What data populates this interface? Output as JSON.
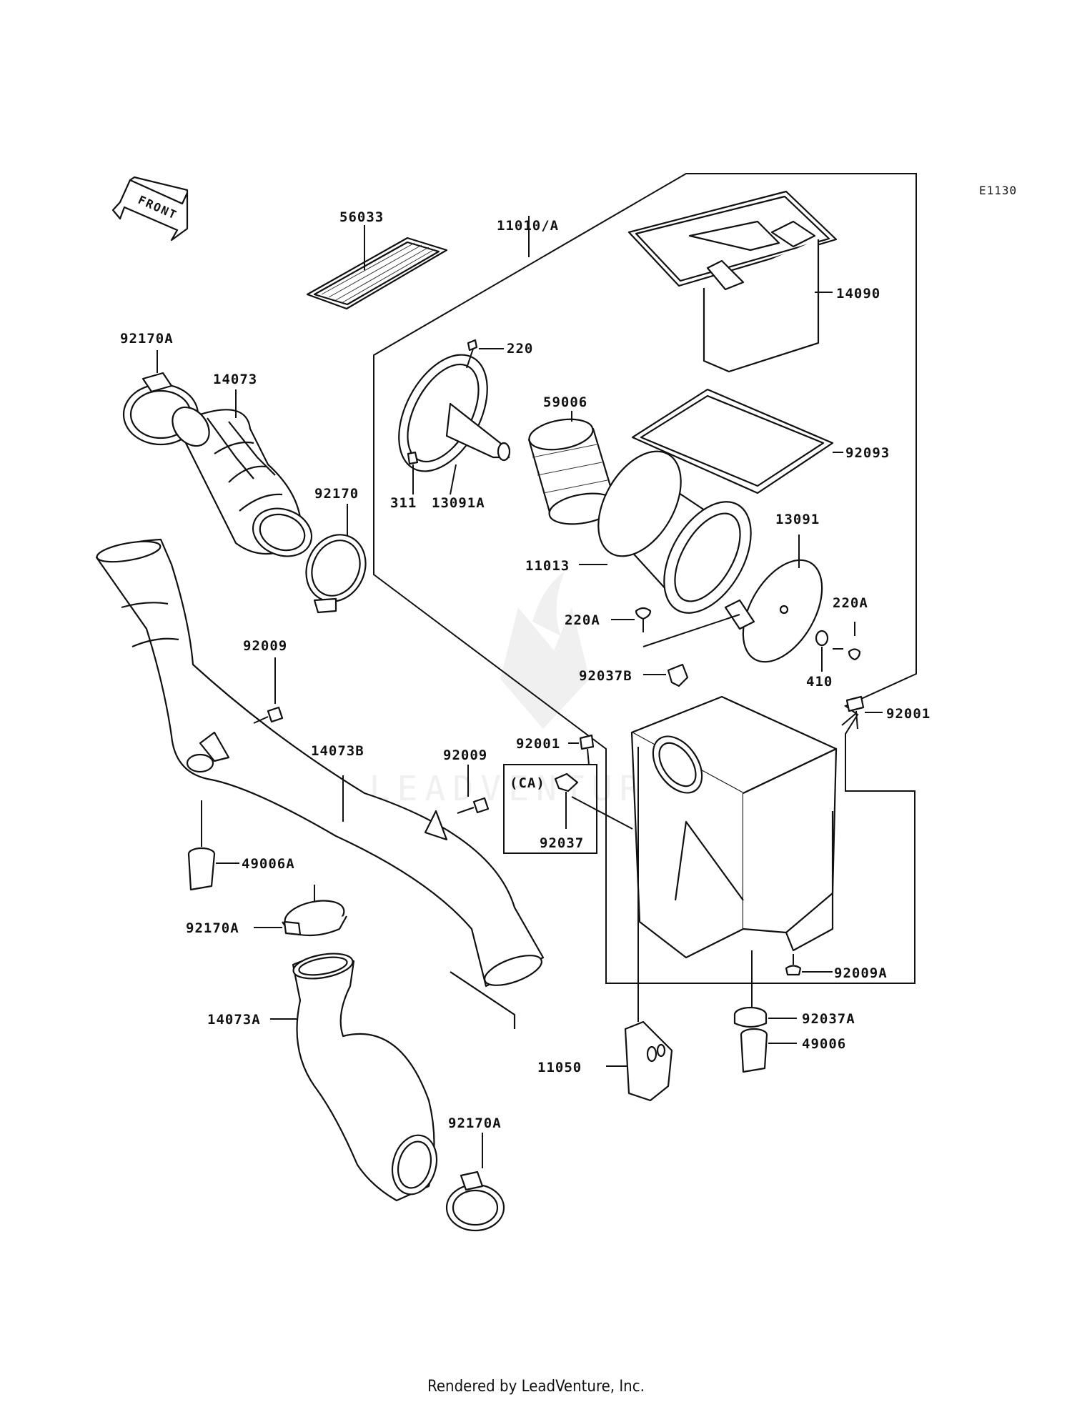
{
  "diagram_code": "E1130",
  "front_label": "FRONT",
  "callouts": {
    "c56033": "56033",
    "c11010A": "11010/A",
    "c14090": "14090",
    "c220": "220",
    "c59006": "59006",
    "c92093": "92093",
    "c311": "311",
    "c13091A": "13091A",
    "c13091": "13091",
    "c11013": "11013",
    "c220A_left": "220A",
    "c220A_right": "220A",
    "c410": "410",
    "c92037B": "92037B",
    "c92001_left": "92001",
    "c92001_right": "92001",
    "cCA": "(CA)",
    "c92037": "92037",
    "c92009_top": "92009",
    "c92009_mid": "92009",
    "c92170A_top": "92170A",
    "c14073": "14073",
    "c92170": "92170",
    "c14073B": "14073B",
    "c49006A": "49006A",
    "c92170A_mid": "92170A",
    "c14073A": "14073A",
    "c92170A_bottom": "92170A",
    "c92009A": "92009A",
    "c92037A": "92037A",
    "c49006": "49006",
    "c11050": "11050"
  },
  "footer": "Rendered by LeadVenture, Inc.",
  "watermark": "LEADVENTURES"
}
